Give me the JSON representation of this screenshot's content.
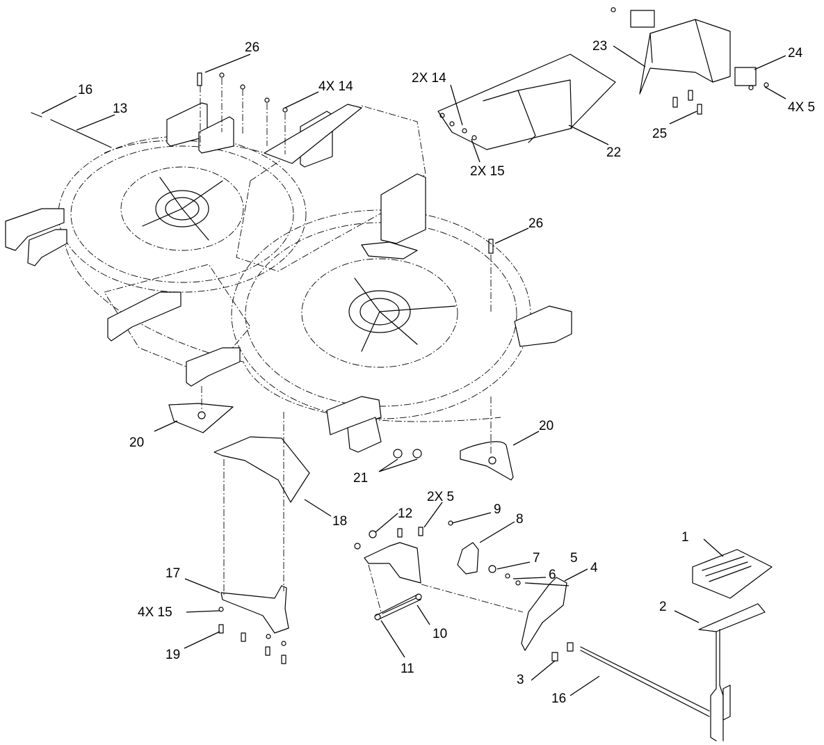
{
  "callouts": {
    "c1": "1",
    "c2": "2",
    "c3": "3",
    "c4": "4",
    "c5a": "5",
    "c5b": "2X  5",
    "c5c": "4X  5",
    "c6": "6",
    "c7": "7",
    "c8": "8",
    "c9": "9",
    "c10": "10",
    "c11": "11",
    "c12": "12",
    "c13": "13",
    "c14a": "4X  14",
    "c14b": "2X  14",
    "c15a": "2X  15",
    "c15b": "4X  15",
    "c16a": "16",
    "c16b": "16",
    "c17": "17",
    "c18": "18",
    "c19": "19",
    "c20a": "20",
    "c20b": "20",
    "c21": "21",
    "c22": "22",
    "c23": "23",
    "c24": "24",
    "c25": "25",
    "c26a": "26",
    "c26b": "26"
  }
}
